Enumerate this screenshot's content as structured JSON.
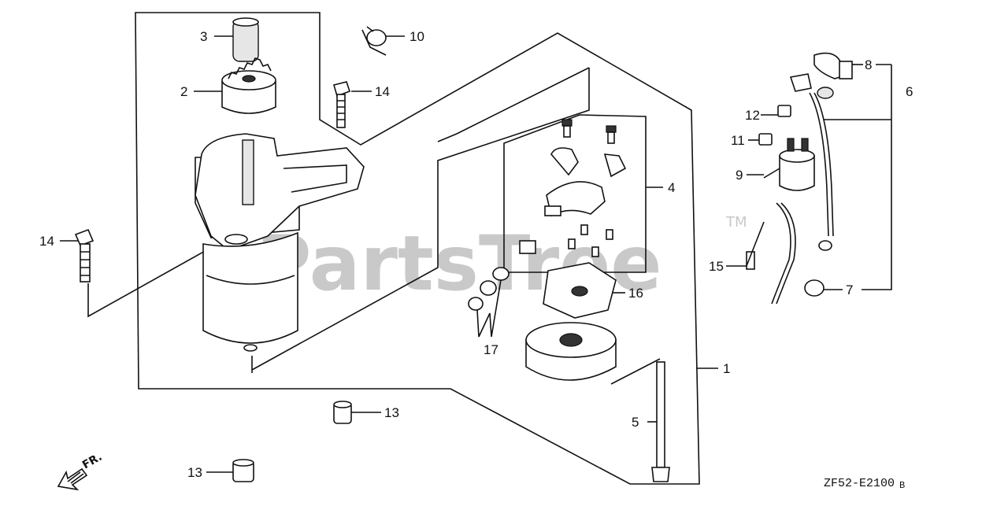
{
  "watermark": {
    "text": "PartsTree",
    "trademark": "TM"
  },
  "diagram_code": "ZF52-E2100",
  "diagram_code_suffix": "B",
  "direction_marker": "FR.",
  "callouts": [
    {
      "id": "c3",
      "text": "3"
    },
    {
      "id": "c10",
      "text": "10"
    },
    {
      "id": "c2",
      "text": "2"
    },
    {
      "id": "c14a",
      "text": "14"
    },
    {
      "id": "c14b",
      "text": "14"
    },
    {
      "id": "c8",
      "text": "8"
    },
    {
      "id": "c6",
      "text": "6"
    },
    {
      "id": "c12",
      "text": "12"
    },
    {
      "id": "c11",
      "text": "11"
    },
    {
      "id": "c9",
      "text": "9"
    },
    {
      "id": "c4",
      "text": "4"
    },
    {
      "id": "c15",
      "text": "15"
    },
    {
      "id": "c7",
      "text": "7"
    },
    {
      "id": "c16",
      "text": "16"
    },
    {
      "id": "c17",
      "text": "17"
    },
    {
      "id": "c1",
      "text": "1"
    },
    {
      "id": "c13a",
      "text": "13"
    },
    {
      "id": "c5",
      "text": "5"
    },
    {
      "id": "c13b",
      "text": "13"
    }
  ]
}
